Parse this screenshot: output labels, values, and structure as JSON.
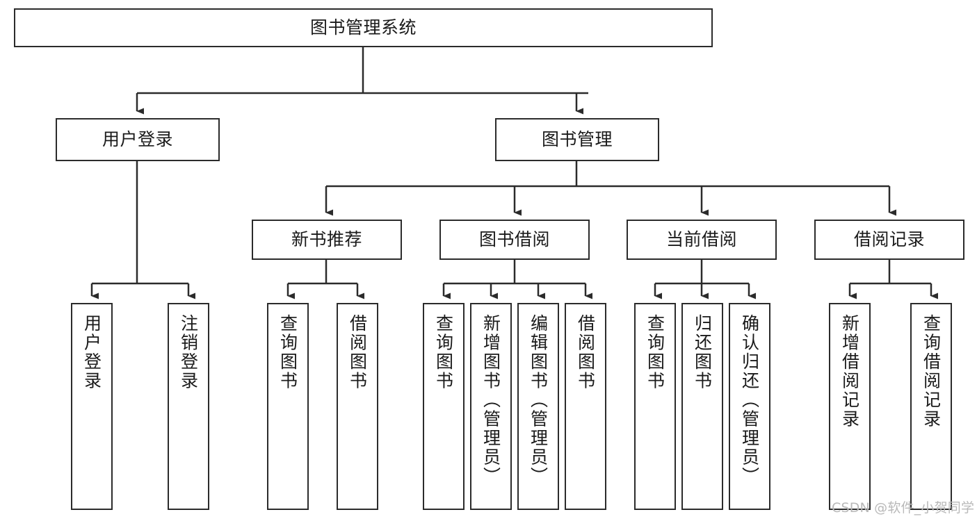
{
  "diagram": {
    "type": "tree-hierarchy",
    "title": "图书管理系统",
    "orientation": "top-down",
    "nodes": {
      "root": {
        "label": "图书管理系统",
        "level": 0
      },
      "user_login": {
        "label": "用户登录",
        "level": 1
      },
      "book_manage": {
        "label": "图书管理",
        "level": 1
      },
      "new_book_rec": {
        "label": "新书推荐",
        "level": 2
      },
      "book_borrow": {
        "label": "图书借阅",
        "level": 2
      },
      "current_borrow": {
        "label": "当前借阅",
        "level": 2
      },
      "borrow_record": {
        "label": "借阅记录",
        "level": 2
      },
      "leaf_user_login": {
        "label": "用户登录",
        "level": 2
      },
      "leaf_logout": {
        "label": "注销登录",
        "level": 2
      },
      "leaf_query_book_1": {
        "label": "查询图书",
        "level": 3
      },
      "leaf_borrow_book_1": {
        "label": "借阅图书",
        "level": 3
      },
      "leaf_query_book_2": {
        "label": "查询图书",
        "level": 3
      },
      "leaf_add_book": {
        "label": "新增图书（管理员）",
        "level": 3
      },
      "leaf_edit_book": {
        "label": "编辑图书（管理员）",
        "level": 3
      },
      "leaf_borrow_book_2": {
        "label": "借阅图书",
        "level": 3
      },
      "leaf_query_book_3": {
        "label": "查询图书",
        "level": 3
      },
      "leaf_return_book": {
        "label": "归还图书",
        "level": 3
      },
      "leaf_confirm_return": {
        "label": "确认归还（管理员）",
        "level": 3
      },
      "leaf_add_record": {
        "label": "新增借阅记录",
        "level": 3
      },
      "leaf_query_record": {
        "label": "查询借阅记录",
        "level": 3
      }
    },
    "edges": [
      {
        "from": "root",
        "to": "user_login"
      },
      {
        "from": "root",
        "to": "book_manage"
      },
      {
        "from": "user_login",
        "to": "leaf_user_login"
      },
      {
        "from": "user_login",
        "to": "leaf_logout"
      },
      {
        "from": "book_manage",
        "to": "new_book_rec"
      },
      {
        "from": "book_manage",
        "to": "book_borrow"
      },
      {
        "from": "book_manage",
        "to": "current_borrow"
      },
      {
        "from": "book_manage",
        "to": "borrow_record"
      },
      {
        "from": "new_book_rec",
        "to": "leaf_query_book_1"
      },
      {
        "from": "new_book_rec",
        "to": "leaf_borrow_book_1"
      },
      {
        "from": "book_borrow",
        "to": "leaf_query_book_2"
      },
      {
        "from": "book_borrow",
        "to": "leaf_add_book"
      },
      {
        "from": "book_borrow",
        "to": "leaf_edit_book"
      },
      {
        "from": "book_borrow",
        "to": "leaf_borrow_book_2"
      },
      {
        "from": "current_borrow",
        "to": "leaf_query_book_3"
      },
      {
        "from": "current_borrow",
        "to": "leaf_return_book"
      },
      {
        "from": "current_borrow",
        "to": "leaf_confirm_return"
      },
      {
        "from": "borrow_record",
        "to": "leaf_add_record"
      },
      {
        "from": "borrow_record",
        "to": "leaf_query_record"
      }
    ],
    "colors": {
      "box_border": "#2b2b2b",
      "box_fill": "#ffffff",
      "edge": "#2b2b2b",
      "text": "#1a1a1a",
      "watermark": "#b9b9b9",
      "background": "#ffffff"
    }
  },
  "watermark": {
    "text": "CSDN @软件_小贺同学"
  }
}
